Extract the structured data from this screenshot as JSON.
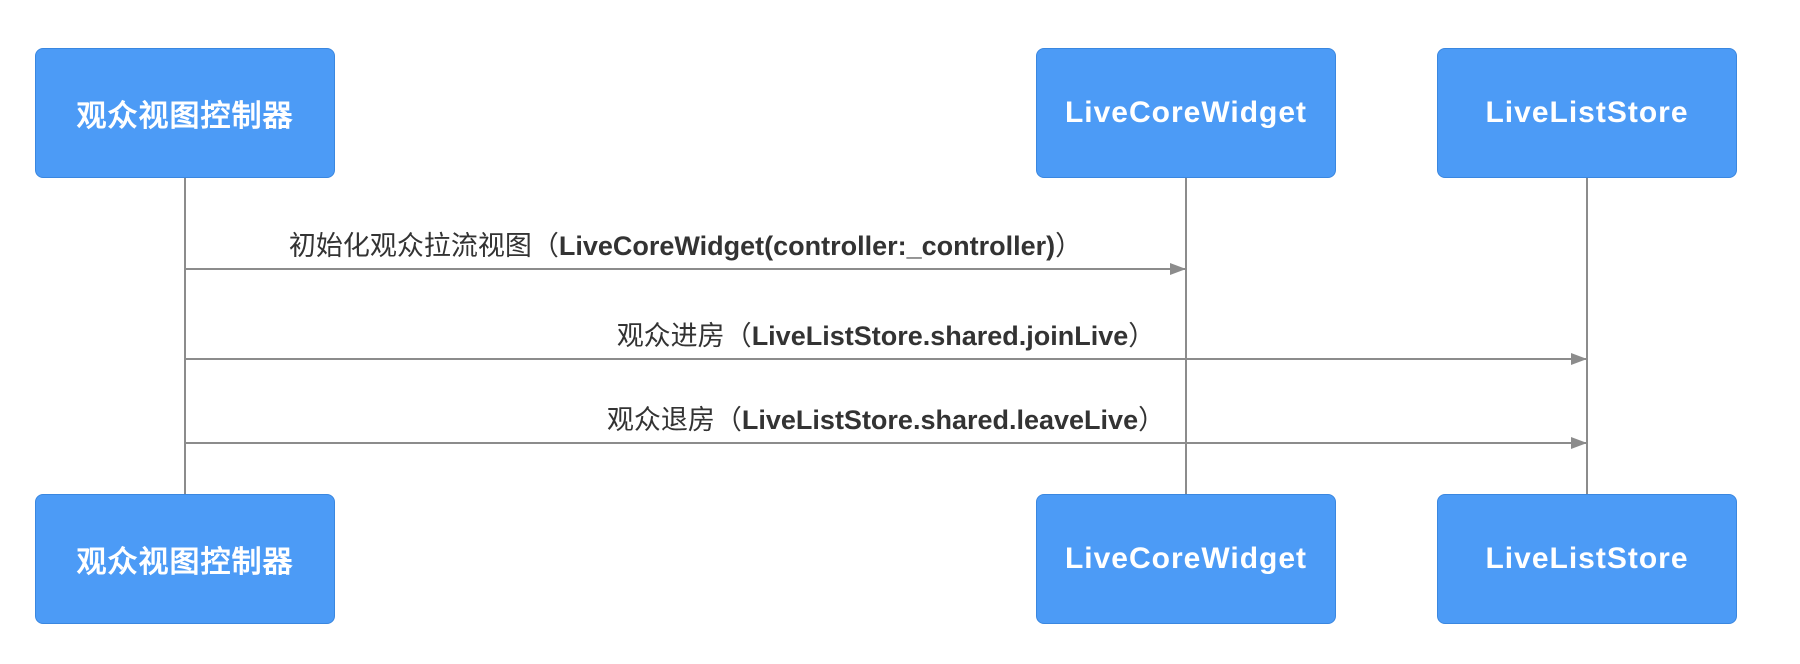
{
  "diagram": {
    "type": "sequence-diagram",
    "participants": [
      {
        "label": "观众视图控制器"
      },
      {
        "label": "LiveCoreWidget"
      },
      {
        "label": "LiveListStore"
      }
    ],
    "messages": [
      {
        "prefix": "初始化观众拉流视图（",
        "code": "LiveCoreWidget(controller:_controller)",
        "suffix": "）",
        "from": "观众视图控制器",
        "to": "LiveCoreWidget"
      },
      {
        "prefix": "观众进房（",
        "code": "LiveListStore.shared.joinLive",
        "suffix": "）",
        "from": "观众视图控制器",
        "to": "LiveListStore"
      },
      {
        "prefix": "观众退房（",
        "code": "LiveListStore.shared.leaveLive",
        "suffix": "）",
        "from": "观众视图控制器",
        "to": "LiveListStore"
      }
    ]
  },
  "colors": {
    "box-fill": "#4C9BF6",
    "box-border": "#3A87E0",
    "line": "#8C8C8C",
    "box-text": "#FFFFFF",
    "label-text": "#333333"
  }
}
